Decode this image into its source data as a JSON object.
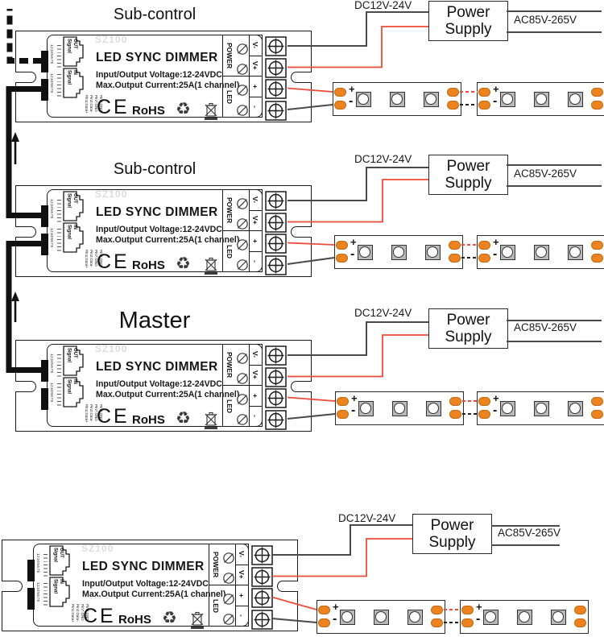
{
  "colors": {
    "wire_black": "#4a4a4a",
    "wire_red": "#ef4b3a",
    "pad_orange": "#ec831f",
    "case_line": "#1a1a1a"
  },
  "units": [
    {
      "title": "Sub-control",
      "model": "SZ100",
      "name": "LED SYNC DIMMER",
      "spec_line1": "Input/Output Voltage:12-24VDC",
      "spec_line2": "Max.Output Current:25A(1 channel)",
      "ce_mark": "CE",
      "rohs": "RoHS",
      "signal_out": "Signal\nOUT",
      "signal_in": "Signal\nIN",
      "pin_numbers": "12345678",
      "pins": [
        "Pin1:Data+",
        "Pin2:Data-",
        "Pin7:GND",
        "Pin8:GND"
      ],
      "power_label": "POWER",
      "led_label": "LED",
      "terminals": [
        "V-",
        "V+",
        "+",
        "-"
      ]
    },
    {
      "title": "Sub-control",
      "model": "SZ100",
      "name": "LED SYNC DIMMER",
      "spec_line1": "Input/Output Voltage:12-24VDC",
      "spec_line2": "Max.Output Current:25A(1 channel)",
      "ce_mark": "CE",
      "rohs": "RoHS",
      "signal_out": "Signal\nOUT",
      "signal_in": "Signal\nIN",
      "pin_numbers": "12345678",
      "pins": [
        "Pin1:Data+",
        "Pin2:Data-",
        "Pin7:GND",
        "Pin8:GND"
      ],
      "power_label": "POWER",
      "led_label": "LED",
      "terminals": [
        "V-",
        "V+",
        "+",
        "-"
      ]
    },
    {
      "title": "Master",
      "model": "SZ100",
      "name": "LED SYNC DIMMER",
      "spec_line1": "Input/Output Voltage:12-24VDC",
      "spec_line2": "Max.Output Current:25A(1 channel)",
      "ce_mark": "CE",
      "rohs": "RoHS",
      "signal_out": "Signal\nOUT",
      "signal_in": "Signal\nIN",
      "pin_numbers": "12345678",
      "pins": [
        "Pin1:Data+",
        "Pin2:Data-",
        "Pin7:GND",
        "Pin8:GND"
      ],
      "power_label": "POWER",
      "led_label": "LED",
      "terminals": [
        "V-",
        "V+",
        "+",
        "-"
      ]
    },
    {
      "title": "",
      "model": "SZ100",
      "name": "LED SYNC DIMMER",
      "spec_line1": "Input/Output Voltage:12-24VDC",
      "spec_line2": "Max.Output Current:25A(1 channel)",
      "ce_mark": "CE",
      "rohs": "RoHS",
      "signal_out": "Signal\nOUT",
      "signal_in": "Signal\nIN",
      "pin_numbers": "12345678",
      "pins": [
        "Pin1:Data+",
        "Pin2:Data-",
        "Pin7:GND",
        "Pin8:GND"
      ],
      "power_label": "POWER",
      "led_label": "LED",
      "terminals": [
        "V-",
        "V+",
        "+",
        "-"
      ]
    }
  ],
  "rows": [
    {
      "dc_label": "DC12V-24V",
      "ps_label": "Power Supply",
      "ac_label": "AC85V-265V"
    },
    {
      "dc_label": "DC12V-24V",
      "ps_label": "Power Supply",
      "ac_label": "AC85V-265V"
    },
    {
      "dc_label": "DC12V-24V",
      "ps_label": "Power Supply",
      "ac_label": "AC85V-265V"
    },
    {
      "dc_label": "DC12V-24V",
      "ps_label": "Power Supply",
      "ac_label": "AC85V-265V"
    }
  ],
  "strip": {
    "plus": "+",
    "minus": "-"
  }
}
